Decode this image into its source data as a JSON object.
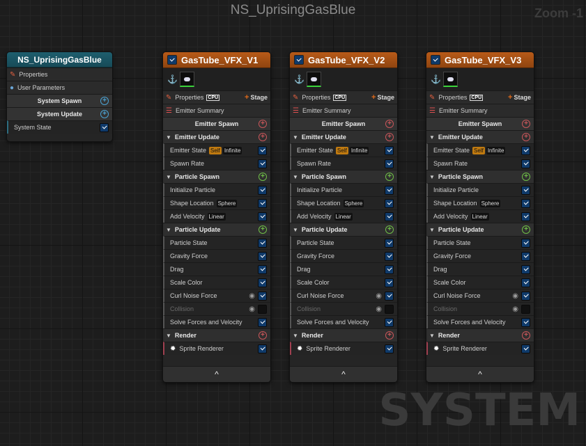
{
  "graph_title": "NS_UprisingGasBlue",
  "zoom_label": "Zoom -1",
  "watermark": "SYSTEM",
  "system_node": {
    "title": "NS_UprisingGasBlue",
    "properties": "Properties",
    "user_parameters": "User Parameters",
    "system_spawn": "System Spawn",
    "system_update": "System Update",
    "system_state": "System State"
  },
  "emitters": [
    {
      "title": "GasTube_VFX_V1",
      "thumb_color": "#d8e8f0"
    },
    {
      "title": "GasTube_VFX_V2",
      "thumb_color": "#d8e8f0"
    },
    {
      "title": "GasTube_VFX_V3",
      "thumb_color": "#d8e8f0"
    }
  ],
  "labels": {
    "properties": "Properties",
    "cpu": "CPU",
    "stage": "Stage",
    "emitter_summary": "Emitter Summary",
    "emitter_spawn": "Emitter Spawn",
    "emitter_update": "Emitter Update",
    "emitter_state": "Emitter State",
    "self_tag": "Self",
    "infinite_tag": "Infinite",
    "spawn_rate": "Spawn Rate",
    "particle_spawn": "Particle Spawn",
    "initialize_particle": "Initialize Particle",
    "shape_location": "Shape Location",
    "sphere_tag": "Sphere",
    "add_velocity": "Add Velocity",
    "linear_tag": "Linear",
    "particle_update": "Particle Update",
    "particle_state": "Particle State",
    "gravity_force": "Gravity Force",
    "drag": "Drag",
    "scale_color": "Scale Color",
    "curl_noise_force": "Curl Noise Force",
    "collision": "Collision",
    "solve_forces": "Solve Forces and Velocity",
    "render": "Render",
    "sprite_renderer": "Sprite Renderer",
    "collapse": "^"
  }
}
